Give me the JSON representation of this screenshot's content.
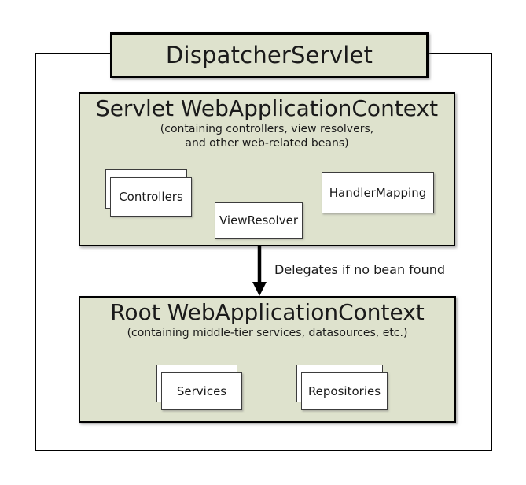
{
  "diagram": {
    "title": "DispatcherServlet",
    "arrow_label": "Delegates if no bean found",
    "servlet_context": {
      "title": "Servlet WebApplicationContext",
      "caption_line1": "(containing controllers, view resolvers,",
      "caption_line2": "and other web-related beans)",
      "beans": {
        "controllers": "Controllers",
        "view_resolver": "ViewResolver",
        "handler_mapping": "HandlerMapping"
      }
    },
    "root_context": {
      "title": "Root WebApplicationContext",
      "caption": "(containing middle-tier services, datasources, etc.)",
      "beans": {
        "services": "Services",
        "repositories": "Repositories"
      }
    },
    "colors": {
      "box_fill": "#dee2cd",
      "border": "#000000",
      "background": "#ffffff",
      "text": "#1a1a1a"
    }
  }
}
